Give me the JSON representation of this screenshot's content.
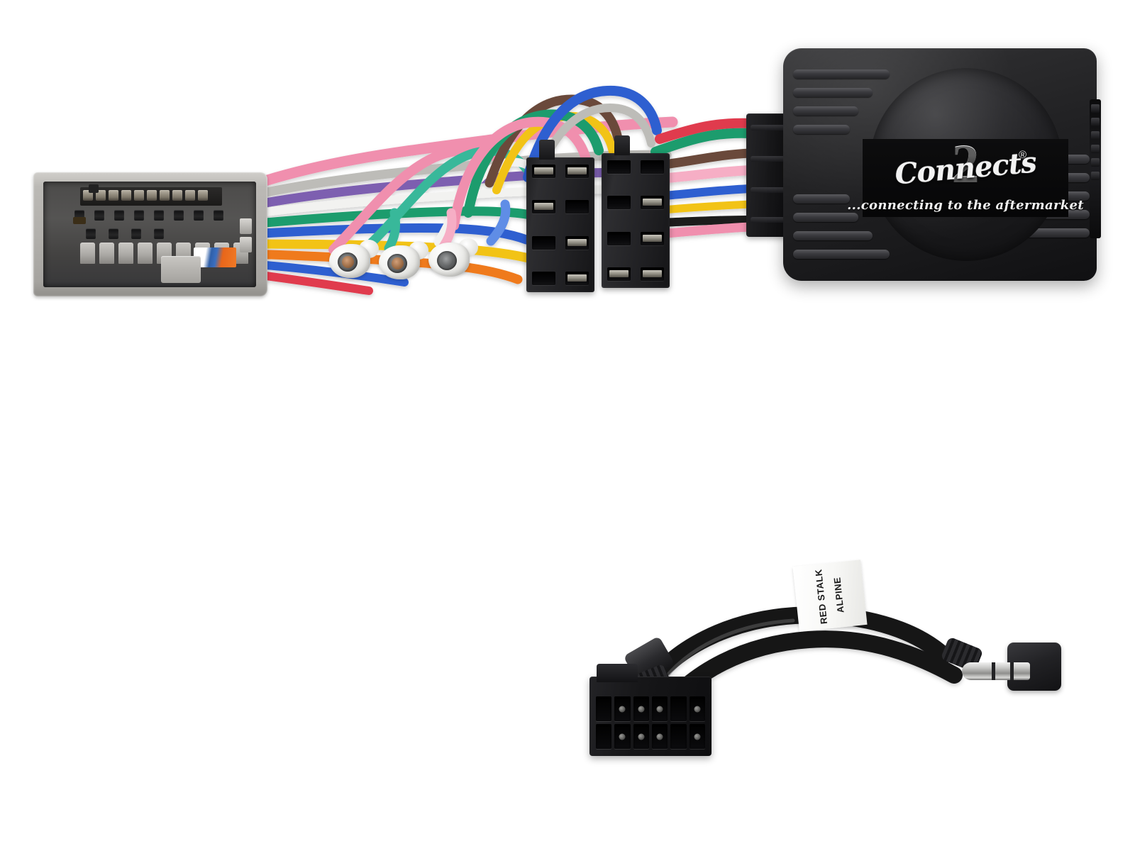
{
  "scene": {
    "background_color": "#ffffff",
    "type": "product-photograph",
    "subject": "car-stereo-steering-wheel-control-interface-harness"
  },
  "module": {
    "brand_number": "2",
    "brand_script": "Connects",
    "registered_mark": "®",
    "tagline": "...connecting to the aftermarket",
    "body_color": "#1f1f21",
    "disc_color": "#242427",
    "label_band_color": "#0d0d0e",
    "logo_color": "#f2f2f2",
    "fin_count": 8
  },
  "grey_connector": {
    "name": "vehicle-side-quadlock-connector",
    "housing_color": "#b7b5b1",
    "face_color": "#4c4b4a",
    "upper_pin_count": 12,
    "mid_pin_count": 10,
    "lower_blade_count": 9,
    "color_chip_colors": [
      "#ffffff",
      "#3a6fc0",
      "#e8661a"
    ]
  },
  "iso_connectors": [
    {
      "name": "iso-power-block-a",
      "housing_color": "#232326",
      "rows": 4,
      "columns": 2
    },
    {
      "name": "iso-speaker-block-b",
      "housing_color": "#232326",
      "rows": 4,
      "columns": 2
    }
  ],
  "bullet_connectors": [
    {
      "name": "bullet-connector-1",
      "shell_color": "#f3f3f1",
      "core": "copper"
    },
    {
      "name": "bullet-connector-2",
      "shell_color": "#f3f3f1",
      "core": "copper"
    },
    {
      "name": "bullet-connector-3",
      "shell_color": "#f3f3f1",
      "core": "steel"
    }
  ],
  "wires": {
    "palette": {
      "pink": "#f08fae",
      "pink_light": "#f6aec5",
      "red": "#e03a4e",
      "rose": "#e8607a",
      "green": "#1f9c6d",
      "green_dark": "#12805a",
      "teal": "#39b89a",
      "blue": "#2f5fd0",
      "blue_light": "#5f8de6",
      "yellow": "#f2c316",
      "orange": "#ef7a1e",
      "purple": "#7d5fb0",
      "brown": "#6b4a3a",
      "grey": "#bdbcb8",
      "white": "#f2f2f0",
      "black": "#1a1a1c",
      "violet": "#8e6fc0"
    },
    "colors_visible": [
      "pink",
      "grey",
      "purple",
      "green",
      "blue",
      "yellow",
      "orange",
      "teal",
      "brown",
      "white",
      "red",
      "black"
    ]
  },
  "patch_lead": {
    "name": "steering-wheel-control-patch-lead",
    "connector_pins": 12,
    "connector_rows": 2,
    "connector_columns": 6,
    "cable_color": "#141416",
    "label_line_1": "ALPINE",
    "label_line_2": "RED STALK",
    "label_background": "#ffffff",
    "label_text_color": "#1b1b1b",
    "plug_type": "3.5mm-right-angle-stereo-jack",
    "plug_body_color": "#222225",
    "plug_tip_color": "#c9c9c7"
  }
}
